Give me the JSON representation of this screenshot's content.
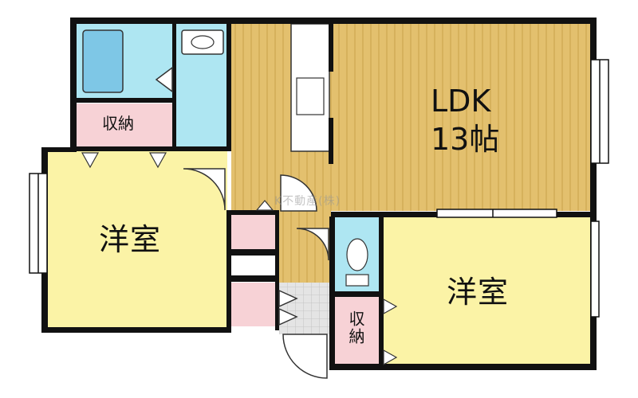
{
  "rooms": {
    "ldk_name": "LDK",
    "ldk_size": "13帖",
    "western_left": "洋室",
    "western_right": "洋室",
    "storage_top": "収納",
    "storage_bottom": "収納"
  },
  "watermark": "K不動産(株)",
  "colors": {
    "wall": "#111111",
    "flooring": "#e3c06e",
    "western": "#fbf3a6",
    "wet_area": "#aee6f2",
    "storage": "#f7d2d6",
    "tile": "#dddddd"
  }
}
